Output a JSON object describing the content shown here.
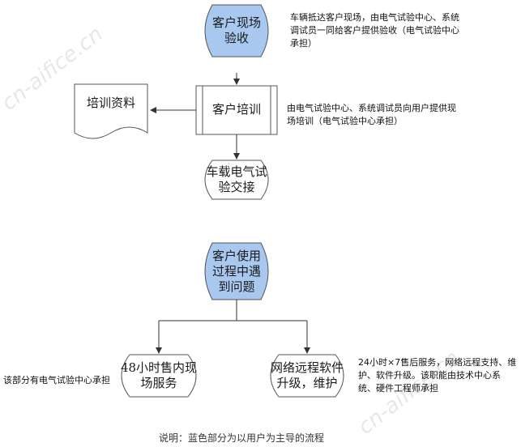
{
  "nodes": {
    "acceptance": {
      "label": "客户现场验收"
    },
    "training": {
      "label": "客户培训"
    },
    "materials": {
      "label": "培训资料"
    },
    "handover": {
      "label": "车载电气试验交接"
    },
    "problems": {
      "label": "客户使用过程中遇到问题"
    },
    "onsite_service": {
      "label": "48小时售内现场服务"
    },
    "remote_service": {
      "label": "网络远程软件升级，维护"
    }
  },
  "notes": {
    "acceptance_note": "车辆抵达客户现场，由电气试验中心、系统调试员一同给客户提供验收（电气试验中心承担）",
    "training_note": "由电气试验中心、系统调试员向用户提供现场培训（电气试验中心承担）",
    "onsite_note": "该部分有电气试验中心承担",
    "remote_note": "24小时×7售后服务，网络远程支持、维护、软件升级。该职能由技术中心系统、硬件工程师承担"
  },
  "footer": "说明：蓝色部分为以用户为主导的流程",
  "watermarks": [
    "cn-aifice.cn",
    "cn-aifice.cn"
  ],
  "colors": {
    "user_led_fill": "#a9c8ef",
    "default_fill": "#ffffff",
    "stroke": "#555555"
  }
}
